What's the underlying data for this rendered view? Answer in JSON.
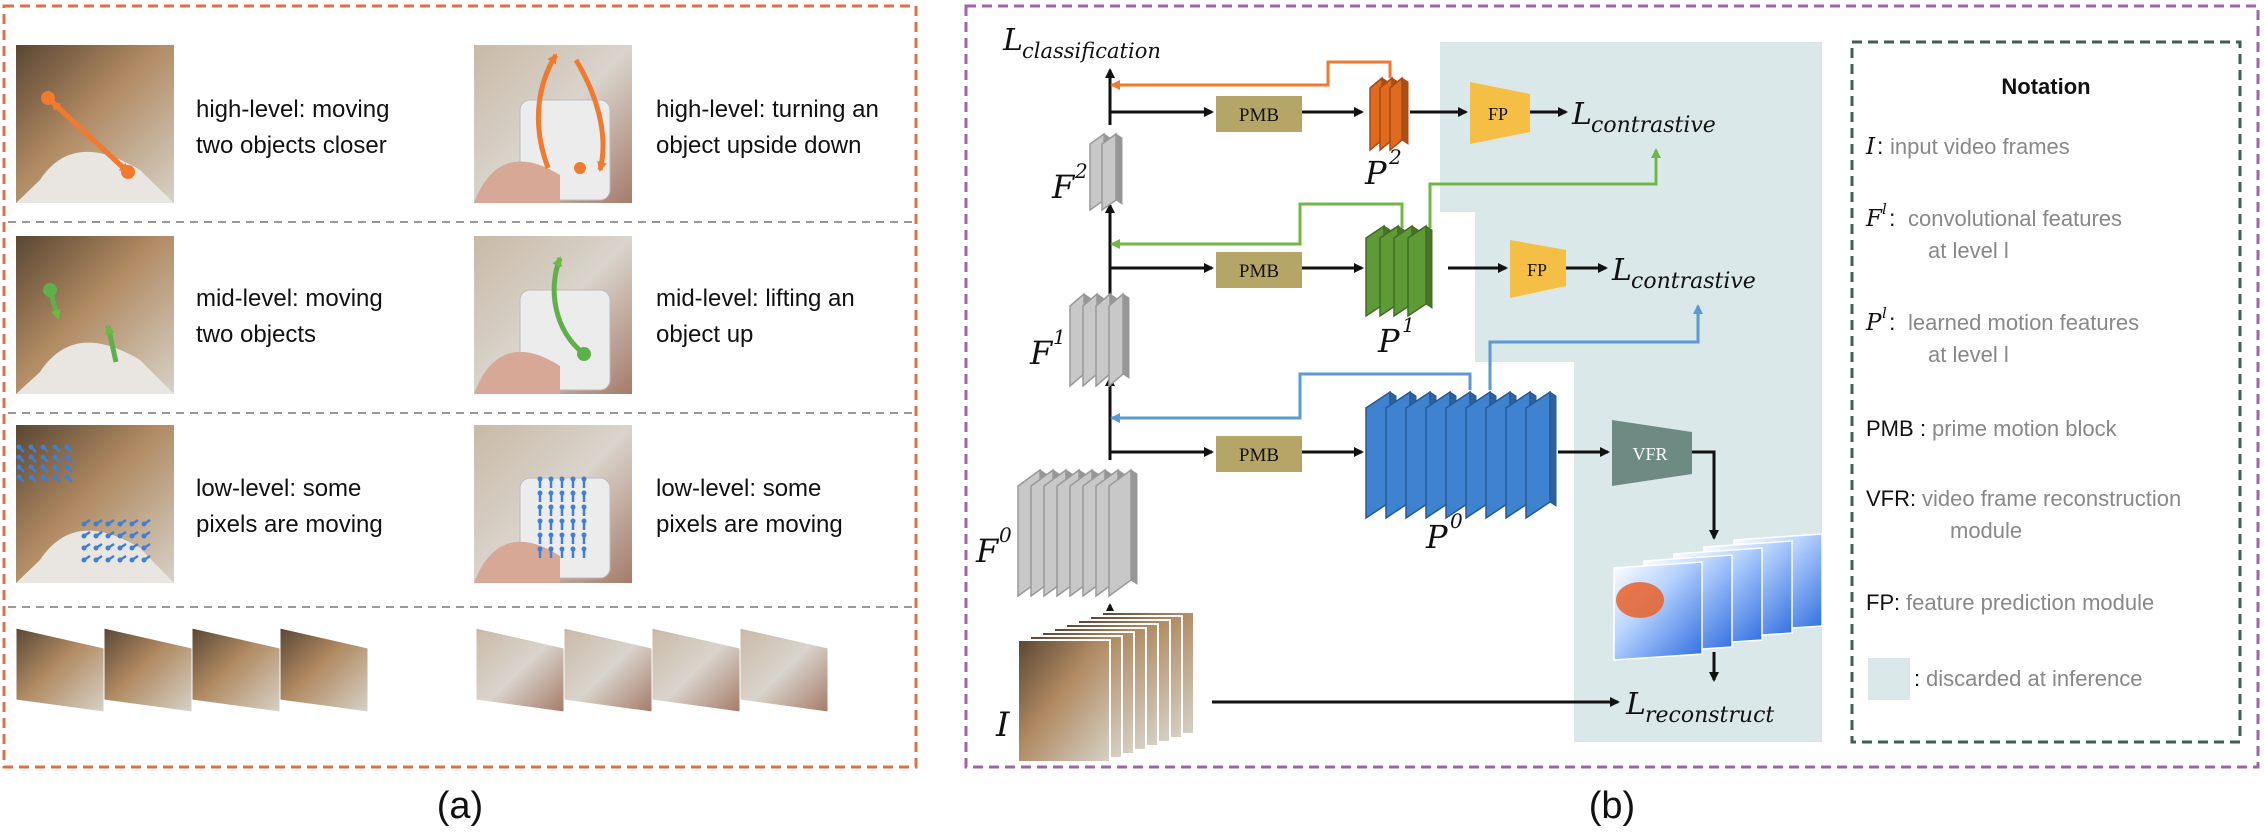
{
  "panel_a": {
    "caption": "(a)",
    "rows": [
      {
        "level": "high",
        "left_text": [
          "high-level: moving",
          "two objects closer"
        ],
        "right_text": [
          "high-level: turning an",
          "object upside down"
        ]
      },
      {
        "level": "mid",
        "left_text": [
          "mid-level: moving",
          "two objects"
        ],
        "right_text": [
          "mid-level: lifting an",
          "object up"
        ]
      },
      {
        "level": "low",
        "left_text": [
          "low-level: some",
          "pixels are moving"
        ],
        "right_text": [
          "low-level: some",
          "pixels are moving"
        ]
      }
    ],
    "colors": {
      "border": "#d9714a",
      "high": "#f07a2f",
      "mid": "#5fb04a",
      "low": "#3f7fd6"
    }
  },
  "panel_b": {
    "caption": "(b)",
    "labels": {
      "loss_classification_main": "L",
      "loss_classification_sub": "classification",
      "loss_contrastive_main": "L",
      "loss_contrastive_sub": "contrastive",
      "loss_reconstruct_main": "L",
      "loss_reconstruct_sub": "reconstruct",
      "F": "F",
      "P": "P",
      "I": "I",
      "sup0": "0",
      "sup1": "1",
      "sup2": "2",
      "pmb": "PMB",
      "fp": "FP",
      "vfr": "VFR"
    },
    "colors": {
      "border": "#a064a8",
      "pmb": "#b5a567",
      "fp": "#f5be45",
      "vfr": "#6e8b83",
      "p2": "#e06a1f",
      "p1": "#5e9a35",
      "p0": "#3f82cf",
      "features": "#c8c8c8",
      "discard": "#dbe8ea",
      "arrow_orange": "#f07a2f",
      "arrow_green": "#6fb845",
      "arrow_blue": "#5b9ad6"
    }
  },
  "notation": {
    "title": "Notation",
    "entries": [
      {
        "key": "I",
        "text": [
          "input video frames"
        ]
      },
      {
        "key": "F",
        "sup": "l",
        "text": [
          "convolutional features",
          "at level l"
        ]
      },
      {
        "key": "P",
        "sup": "l",
        "text": [
          "learned motion features",
          "at level l"
        ]
      },
      {
        "key": "PMB",
        "text": [
          "prime motion block"
        ]
      },
      {
        "key": "VFR",
        "text": [
          "video frame reconstruction",
          "module"
        ]
      },
      {
        "key": "FP",
        "text": [
          "feature prediction module"
        ]
      },
      {
        "key": "",
        "text": [
          "discarded at inference"
        ]
      }
    ],
    "colors": {
      "border": "#3e5f55"
    }
  }
}
